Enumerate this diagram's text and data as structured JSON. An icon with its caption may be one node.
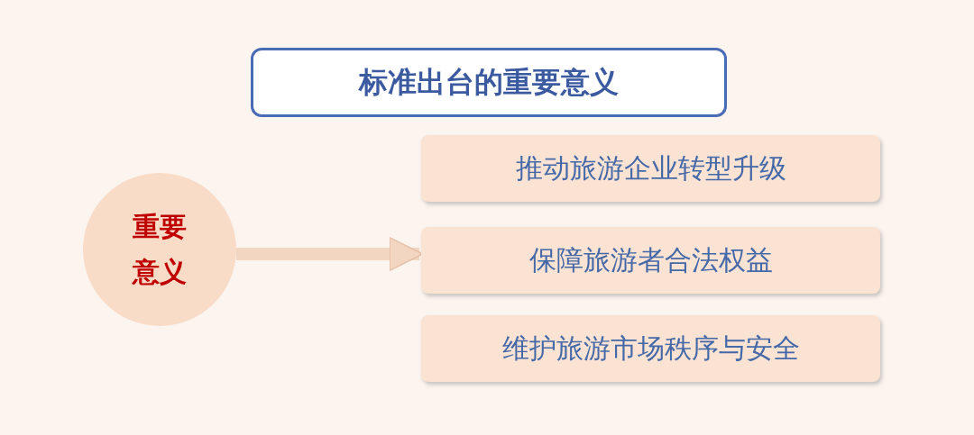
{
  "diagram": {
    "nodes": [
      {
        "text": [
          "标准出台的重要意义"
        ]
      },
      {
        "text": [
          "重要意义"
        ]
      },
      {
        "text": [
          "推动旅游企业转型升级"
        ]
      },
      {
        "text": [
          "保障旅游者合法权益"
        ]
      },
      {
        "text": [
          "维护旅游市场秩序与安全"
        ]
      }
    ],
    "edges": [
      {
        "from": 1,
        "to": 3,
        "arrow": "to"
      }
    ]
  }
}
